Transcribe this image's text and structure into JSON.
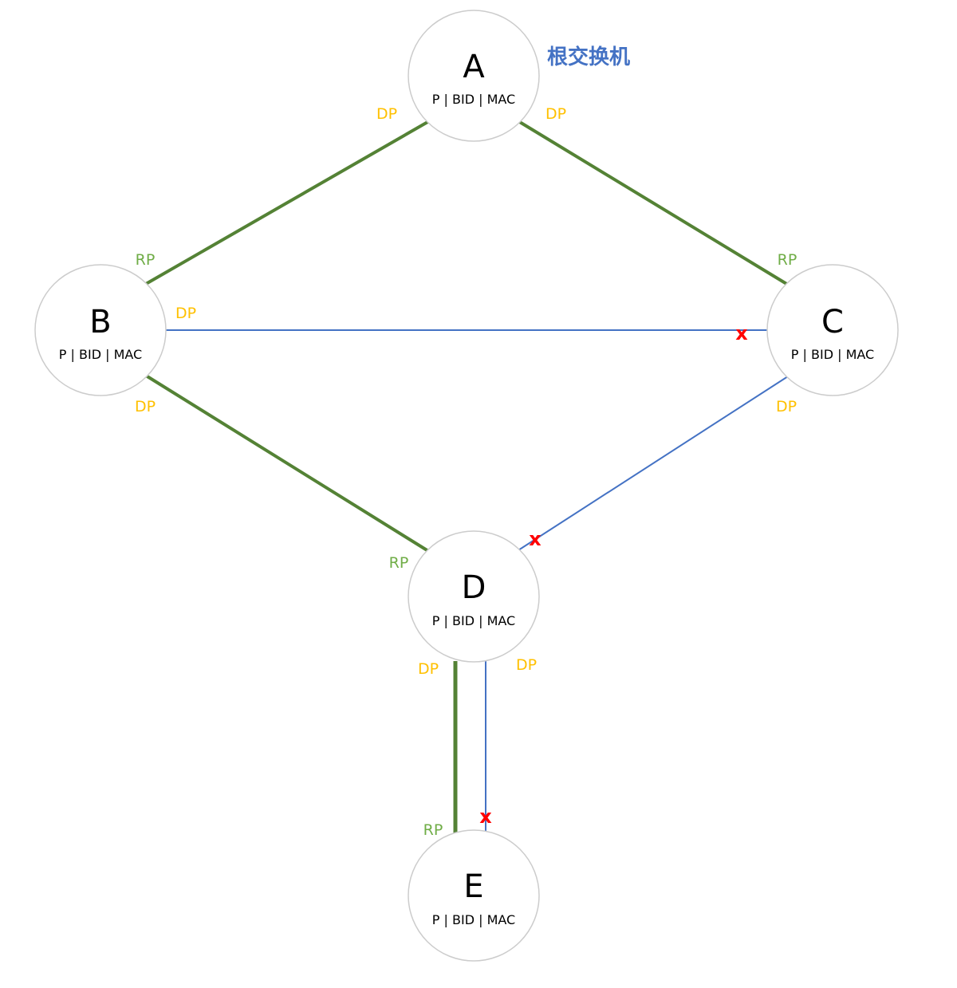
{
  "colors": {
    "forwarding_link": "#548235",
    "blocked_link": "#4472c4",
    "designated_port": "#ffc000",
    "root_port": "#70ad47",
    "block_mark": "#ff0000",
    "root_label": "#4472c4",
    "node_border": "#cccccc"
  },
  "root_label": "根交换机",
  "nodes": [
    {
      "id": "A",
      "letter": "A",
      "subtitle": "P | BID | MAC"
    },
    {
      "id": "B",
      "letter": "B",
      "subtitle": "P | BID | MAC"
    },
    {
      "id": "C",
      "letter": "C",
      "subtitle": "P | BID | MAC"
    },
    {
      "id": "D",
      "letter": "D",
      "subtitle": "P | BID | MAC"
    },
    {
      "id": "E",
      "letter": "E",
      "subtitle": "P | BID | MAC"
    }
  ],
  "links": [
    {
      "id": "A-B",
      "state": "forwarding"
    },
    {
      "id": "A-C",
      "state": "forwarding"
    },
    {
      "id": "B-C",
      "state": "blocked"
    },
    {
      "id": "B-D",
      "state": "forwarding"
    },
    {
      "id": "C-D",
      "state": "blocked"
    },
    {
      "id": "D-E-1",
      "state": "forwarding"
    },
    {
      "id": "D-E-2",
      "state": "blocked"
    }
  ],
  "ports": [
    {
      "id": "A-left",
      "role": "DP"
    },
    {
      "id": "A-right",
      "role": "DP"
    },
    {
      "id": "B-top",
      "role": "RP"
    },
    {
      "id": "B-right",
      "role": "DP"
    },
    {
      "id": "B-bottom",
      "role": "DP"
    },
    {
      "id": "C-top",
      "role": "RP"
    },
    {
      "id": "C-bottom",
      "role": "DP"
    },
    {
      "id": "D-top",
      "role": "RP"
    },
    {
      "id": "D-bottom-left",
      "role": "DP"
    },
    {
      "id": "D-bottom-right",
      "role": "DP"
    },
    {
      "id": "E-top",
      "role": "RP"
    }
  ],
  "block_marks": [
    {
      "id": "block-C-left",
      "text": "x"
    },
    {
      "id": "block-D-right",
      "text": "x"
    },
    {
      "id": "block-E-top",
      "text": "x"
    }
  ]
}
